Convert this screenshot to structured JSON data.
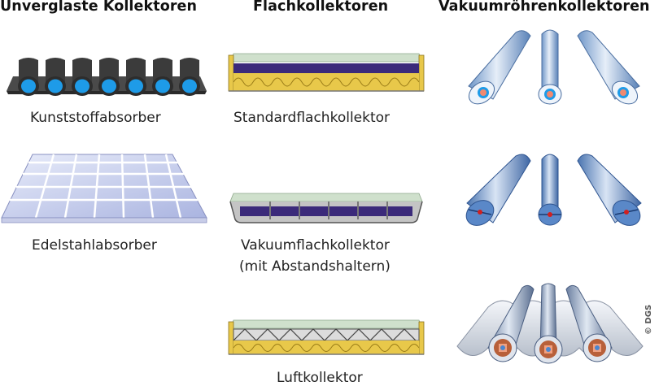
{
  "headers": {
    "unglazed": "Unverglaste Kollektoren",
    "flat": "Flachkollektoren",
    "vacuum": "Vakuumröhrenkollektoren"
  },
  "labels": {
    "plastic_absorber": "Kunststoffabsorber",
    "steel_absorber": "Edelstahlabsorber",
    "standard_flat": "Standardflachkollektor",
    "vacuum_flat_line1": "Vakuumflachkollektor",
    "vacuum_flat_line2": "(mit Abstandshaltern)",
    "air_collector": "Luftkollektor"
  },
  "copyright": "© DGS",
  "colors": {
    "absorber_dark": "#3a3a3a",
    "pipe_blue": "#1e9be8",
    "insulation": "#e8c84a",
    "absorber_purple": "#3b2a7a",
    "glass_green": "#cfe0cc",
    "tube_blue": "#6f96c8"
  }
}
